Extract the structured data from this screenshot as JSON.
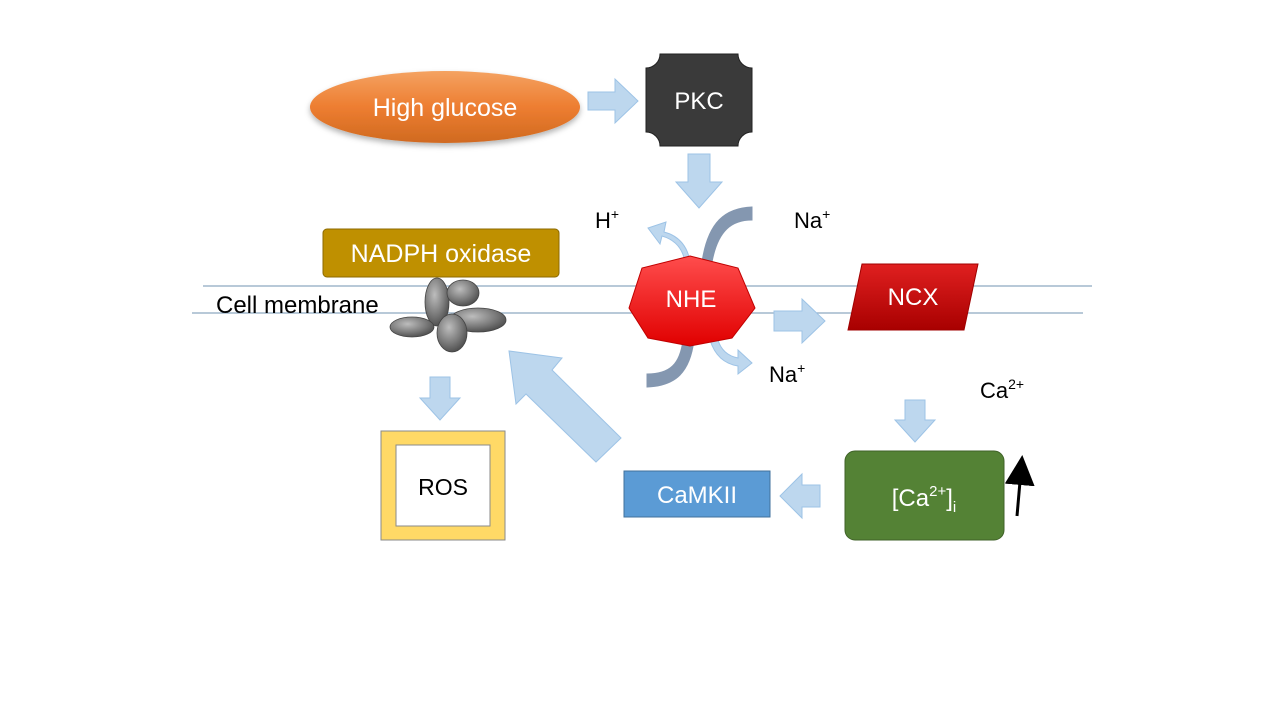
{
  "nodes": {
    "high_glucose": "High glucose",
    "pkc": "PKC",
    "nadph_oxidase": "NADPH oxidase",
    "nhe": "NHE",
    "ncx": "NCX",
    "ros": "ROS",
    "camkii": "CaMKII",
    "ca_i": {
      "base": "[Ca",
      "sup": "2+",
      "close": "]",
      "sub": "i"
    }
  },
  "labels": {
    "cell_membrane": "Cell membrane",
    "h_plus": {
      "base": "H",
      "sup": "+"
    },
    "na_plus_top": {
      "base": "Na",
      "sup": "+"
    },
    "na_plus_bottom": {
      "base": "Na",
      "sup": "+"
    },
    "ca_2plus": {
      "base": "Ca",
      "sup": "2+"
    }
  },
  "colors": {
    "high_glucose": "#ED7D31",
    "pkc": "#3A3A3A",
    "nadph_oxidase": "#BF9000",
    "nhe": "#FF0000",
    "ncx": "#C00000",
    "ros_border": "#FFD966",
    "camkii": "#5B9BD5",
    "ca_i": "#548235",
    "arrow": "#BDD7EE",
    "arrow_stroke": "#9DC3E6",
    "membrane": "#8EA9C1"
  }
}
